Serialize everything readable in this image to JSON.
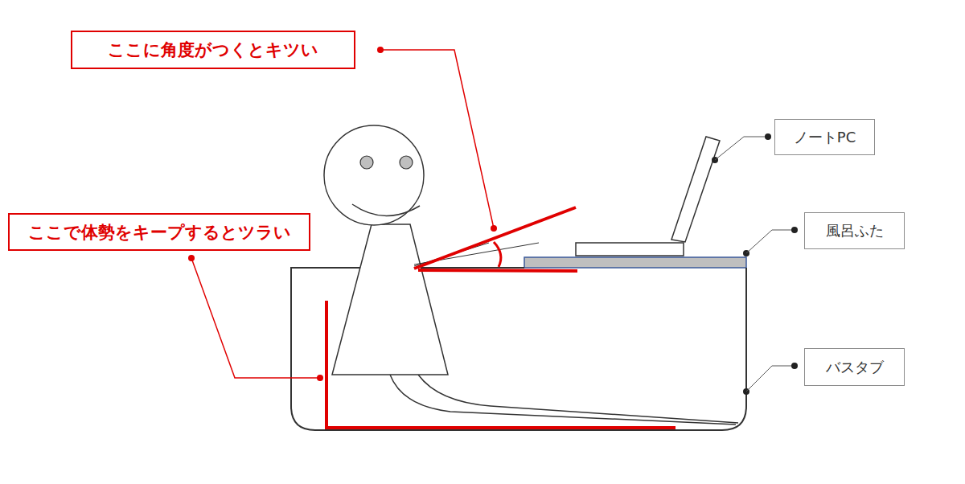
{
  "diagram": {
    "nodes": [
      {
        "text": [
          "ここに角度がつくとキツい"
        ]
      },
      {
        "text": [
          "ノートPC"
        ]
      },
      {
        "text": [
          "ここで体勢をキープするとツラい"
        ]
      },
      {
        "text": [
          "風呂ふた"
        ]
      },
      {
        "text": [
          "バスタブ"
        ]
      }
    ]
  }
}
